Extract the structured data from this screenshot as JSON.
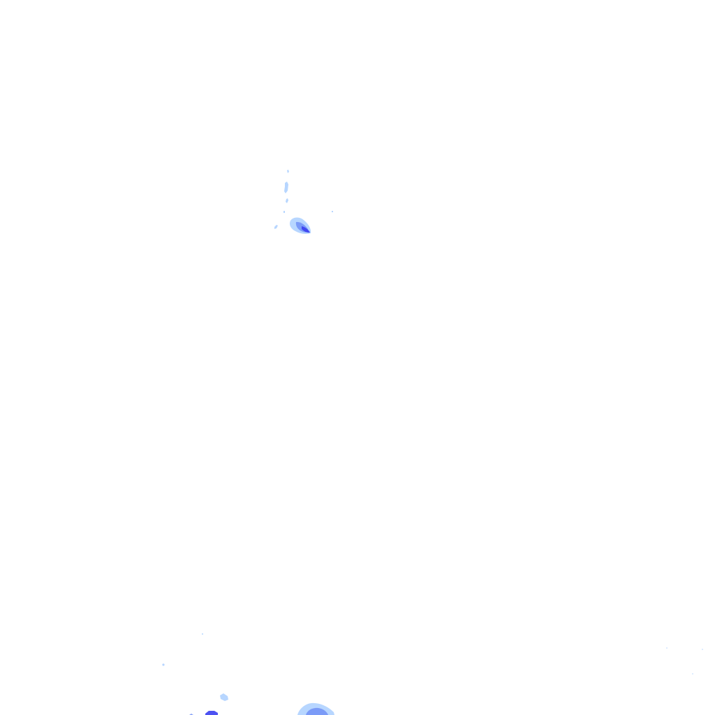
{
  "map": {
    "background_color": "#ffffff",
    "layer": "radar-precipitation-overlay",
    "palette": {
      "light": "#9fc8ff",
      "medium": "#6b8cf5",
      "heavy": "#3a3ff0",
      "core": "#2a2ae0"
    },
    "echo_cells": [
      {
        "name": "echo-cell-north",
        "intensity": "medium"
      },
      {
        "name": "echo-streak-north",
        "intensity": "light"
      },
      {
        "name": "echo-cell-southwest",
        "intensity": "heavy"
      },
      {
        "name": "echo-cell-south",
        "intensity": "light"
      }
    ]
  }
}
